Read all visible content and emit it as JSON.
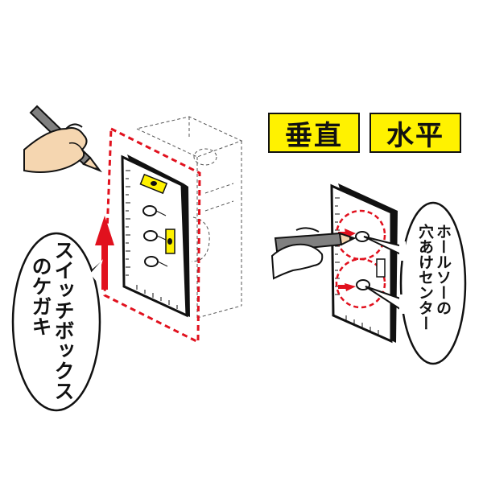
{
  "labels": {
    "vertical": "垂直",
    "horizontal": "水平"
  },
  "bubble_left": {
    "line1": "スイッチボックス",
    "line2": "のケガキ"
  },
  "bubble_right": {
    "line1": "ホールソーの",
    "line2": "穴あけセンター"
  },
  "colors": {
    "label_bg": "#fff200",
    "marking_red": "#e1111e",
    "skin": "#f5d6b0",
    "pencil": "#808080"
  }
}
